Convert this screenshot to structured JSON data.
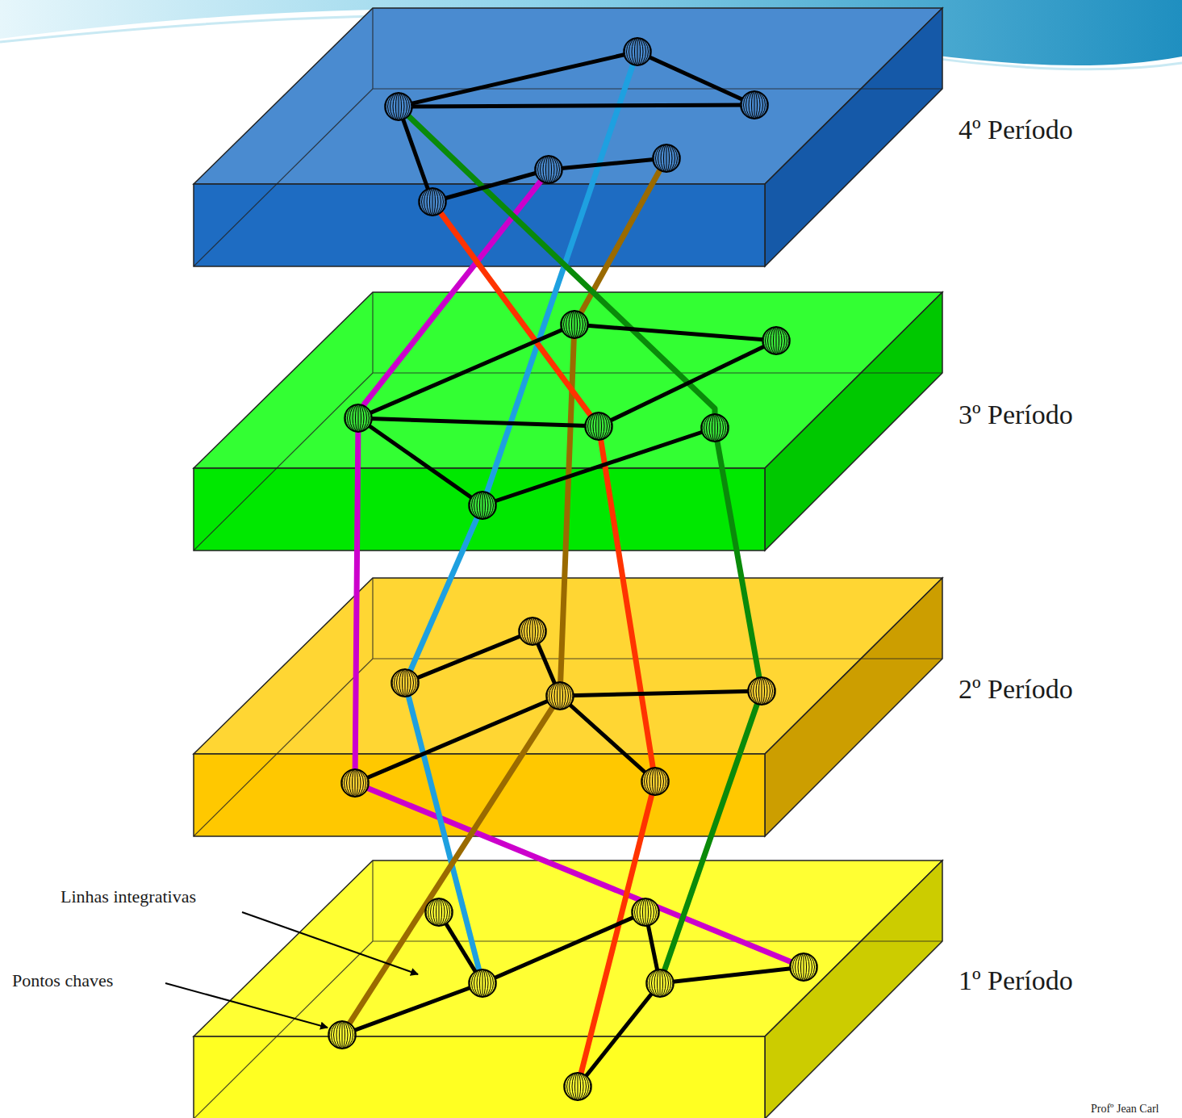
{
  "diagram": {
    "nodes": [
      {
        "text": [
          "4º Período"
        ]
      },
      {
        "text": [
          "3º Período"
        ]
      },
      {
        "text": [
          "2º Período"
        ]
      },
      {
        "text": [
          "1º Período"
        ]
      }
    ],
    "labels": [
      "Linhas integrativas",
      "Pontos chaves",
      "Profº Jean Carl"
    ]
  }
}
